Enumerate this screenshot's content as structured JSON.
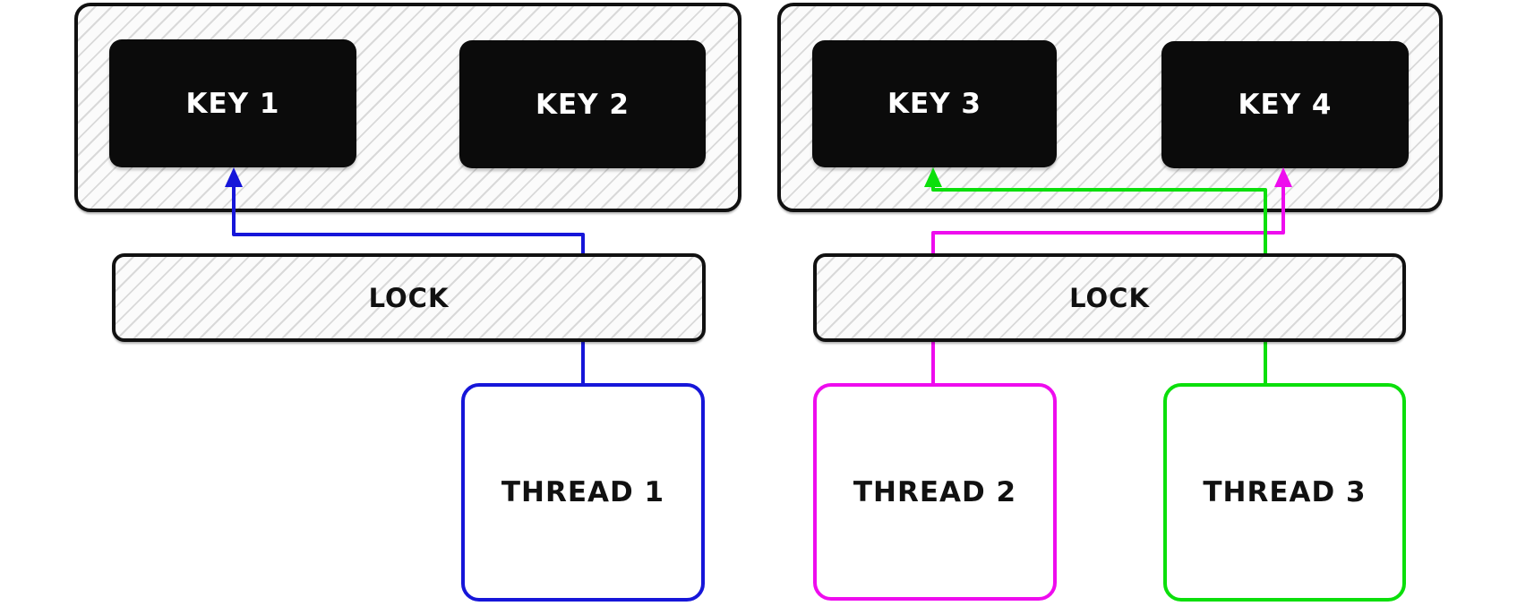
{
  "diagram": {
    "description": "Lock striping diagram: threads acquire keys through lock bars",
    "colors": {
      "blue": "#1616d9",
      "magenta": "#ee0cee",
      "green": "#0bdf0b",
      "node": "#0b0b0b",
      "black": "#111111",
      "hatch": "#d9d9d9"
    },
    "nodes": {
      "key1": {
        "label": "KEY 1"
      },
      "key2": {
        "label": "KEY 2"
      },
      "key3": {
        "label": "KEY 3"
      },
      "key4": {
        "label": "KEY 4"
      },
      "lock_left": {
        "label": "LOCK"
      },
      "lock_right": {
        "label": "LOCK"
      },
      "thread1": {
        "label": "THREAD 1"
      },
      "thread2": {
        "label": "THREAD 2"
      },
      "thread3": {
        "label": "THREAD 3"
      }
    },
    "edges": [
      {
        "id": "thread1-to-key1",
        "from": "THREAD 1",
        "via": "LOCK (left)",
        "to": "KEY 1",
        "color_key": "blue"
      },
      {
        "id": "thread2-to-key4",
        "from": "THREAD 2",
        "via": "LOCK (right)",
        "to": "KEY 4",
        "color_key": "magenta"
      },
      {
        "id": "thread3-to-key3",
        "from": "THREAD 3",
        "via": "LOCK (right)",
        "to": "KEY 3",
        "color_key": "green"
      }
    ]
  }
}
